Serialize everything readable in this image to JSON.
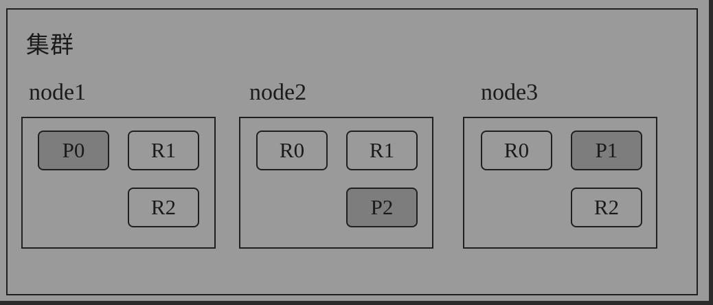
{
  "cluster": {
    "label": "集群"
  },
  "nodes": [
    {
      "name": "node1",
      "shards": [
        {
          "label": "P0",
          "kind": "primary"
        },
        {
          "label": "R1",
          "kind": "replica"
        },
        {
          "label": "R2",
          "kind": "replica"
        }
      ]
    },
    {
      "name": "node2",
      "shards": [
        {
          "label": "R0",
          "kind": "replica"
        },
        {
          "label": "R1",
          "kind": "replica"
        },
        {
          "label": "P2",
          "kind": "primary"
        }
      ]
    },
    {
      "name": "node3",
      "shards": [
        {
          "label": "R0",
          "kind": "replica"
        },
        {
          "label": "P1",
          "kind": "primary"
        },
        {
          "label": "R2",
          "kind": "replica"
        }
      ]
    }
  ],
  "colors": {
    "primary_fill": "#7d7d7d",
    "replica_fill": "#9a9a9a",
    "background": "#9a9a9a",
    "stroke": "#1f1f1f"
  }
}
